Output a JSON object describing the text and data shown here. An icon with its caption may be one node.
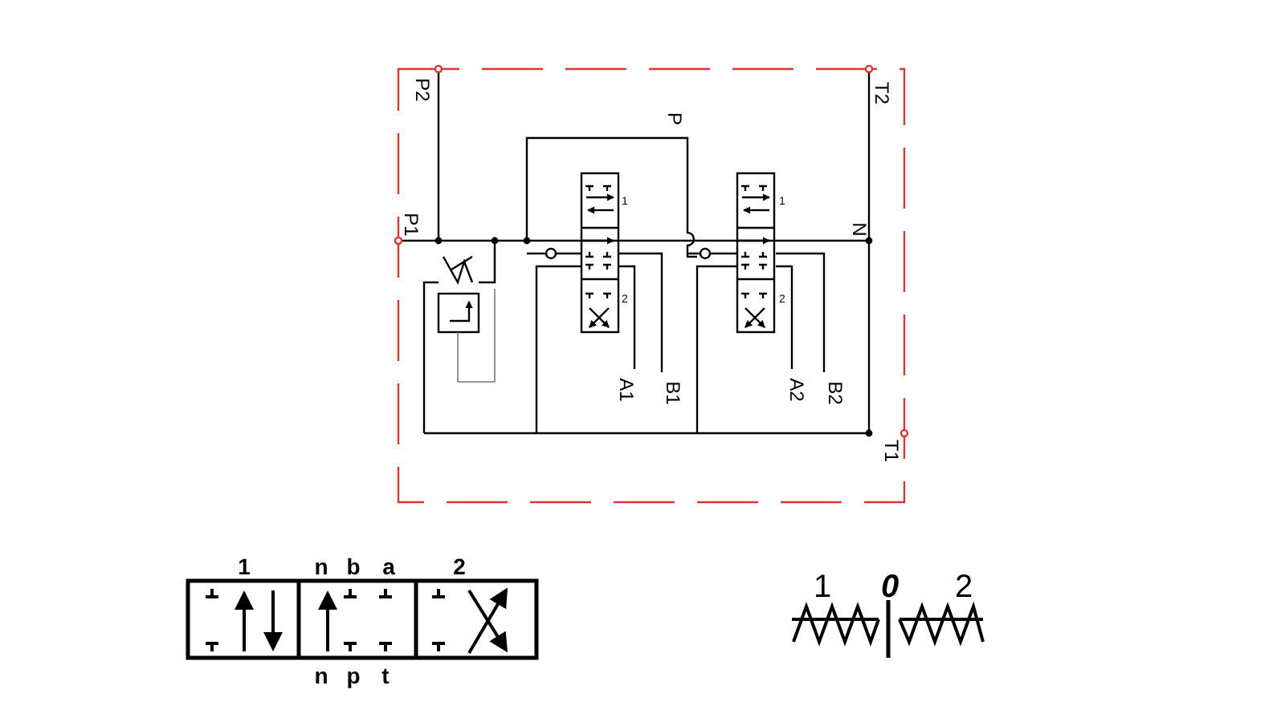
{
  "diagram": {
    "labels": [
      "P2",
      "T2",
      "P",
      "P1",
      "N",
      "1",
      "1",
      "2",
      "2",
      "A1",
      "B1",
      "A2",
      "B2",
      "T1",
      "1",
      "n",
      "b",
      "a",
      "2",
      "n",
      "p",
      "t",
      "1",
      "0",
      "2"
    ]
  }
}
